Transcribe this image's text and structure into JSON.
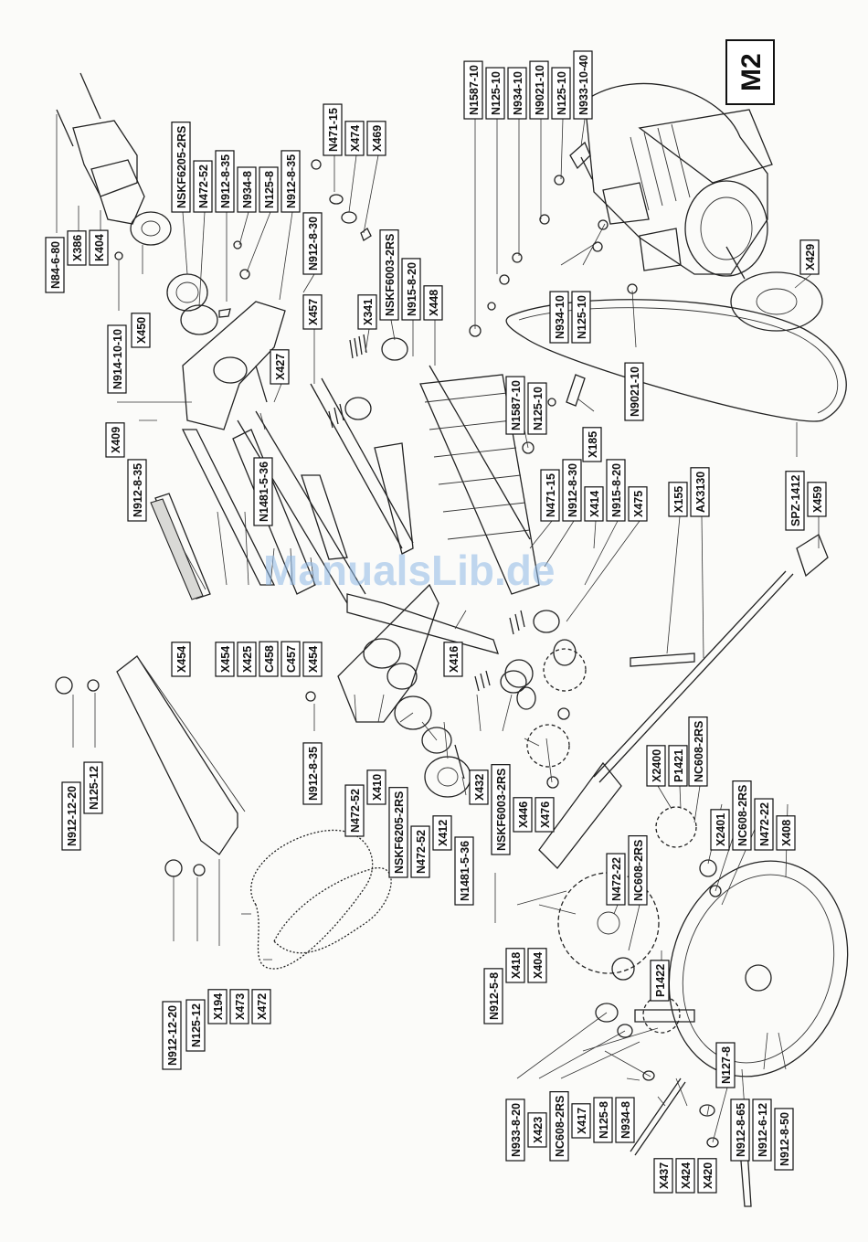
{
  "watermark": "ManualsLib.de",
  "badge": "M2",
  "labels": {
    "n84_6_80": "N84-6-80",
    "x386": "X386",
    "k404": "K404",
    "n914_10_10": "N914-10-10",
    "x450": "X450",
    "nskf6205_2rs_a": "NSKF6205-2RS",
    "n472_52_a": "N472-52",
    "n912_8_35_a": "N912-8-35",
    "n934_8_a": "N934-8",
    "n125_8_a": "N125-8",
    "n912_8_35_b": "N912-8-35",
    "n912_8_30_a": "N912-8-30",
    "x457": "X457",
    "n471_15_a": "N471-15",
    "x474": "X474",
    "x469": "X469",
    "x341": "X341",
    "nskf6003_2rs_a": "NSKF6003-2RS",
    "n915_8_20_a": "N915-8-20",
    "x448": "X448",
    "x427": "X427",
    "x409": "X409",
    "n912_8_35_c": "N912-8-35",
    "n1481_5_36_a": "N1481-5-36",
    "n1587_10_a": "N1587-10",
    "n125_10_a": "N125-10",
    "n934_10_a": "N934-10",
    "n9021_10_a": "N9021-10",
    "n125_10_b": "N125-10",
    "n933_10_40": "N933-10-40",
    "n934_10_b": "N934-10",
    "n125_10_c": "N125-10",
    "x429": "X429",
    "n9021_10_b": "N9021-10",
    "n1587_10_b": "N1587-10",
    "n125_10_d": "N125-10",
    "x185": "X185",
    "n471_15_b": "N471-15",
    "n912_8_30_b": "N912-8-30",
    "x414": "X414",
    "n915_8_20_b": "N915-8-20",
    "x475": "X475",
    "x155": "X155",
    "ax3130": "AX3130",
    "spz_1412": "SPZ-1412",
    "x459": "X459",
    "x454_a": "X454",
    "x454_b": "X454",
    "x425": "X425",
    "c458": "C458",
    "c457": "C457",
    "x454_c": "X454",
    "x416": "X416",
    "n912_12_20_a": "N912-12-20",
    "n125_12_a": "N125-12",
    "n912_8_35_d": "N912-8-35",
    "n472_52_b": "N472-52",
    "x410": "X410",
    "nskf6205_2rs_b": "NSKF6205-2RS",
    "n472_52_c": "N472-52",
    "x412": "X412",
    "n1481_5_36_b": "N1481-5-36",
    "x432": "X432",
    "nskf6003_2rs_b": "NSKF6003-2RS",
    "x446": "X446",
    "x476": "X476",
    "x2400": "X2400",
    "p1421": "P1421",
    "nc608_2rs_a": "NC608-2RS",
    "x2401": "X2401",
    "nc608_2rs_b": "NC608-2RS",
    "n472_22_a": "N472-22",
    "x408": "X408",
    "n912_12_20_b": "N912-12-20",
    "n125_12_b": "N125-12",
    "x194": "X194",
    "x473": "X473",
    "x472": "X472",
    "n912_5_8": "N912-5-8",
    "x418": "X418",
    "x404": "X404",
    "n472_22_b": "N472-22",
    "nc608_2rs_c": "NC608-2RS",
    "p1422": "P1422",
    "n933_8_20": "N933-8-20",
    "x423": "X423",
    "nc608_2rs_d": "NC608-2RS",
    "x417": "X417",
    "n125_8_b": "N125-8",
    "n934_8_b": "N934-8",
    "x437": "X437",
    "x424": "X424",
    "x420": "X420",
    "n127_8": "N127-8",
    "n912_8_65": "N912-8-65",
    "n912_6_12": "N912-6-12",
    "n912_8_50": "N912-8-50"
  }
}
